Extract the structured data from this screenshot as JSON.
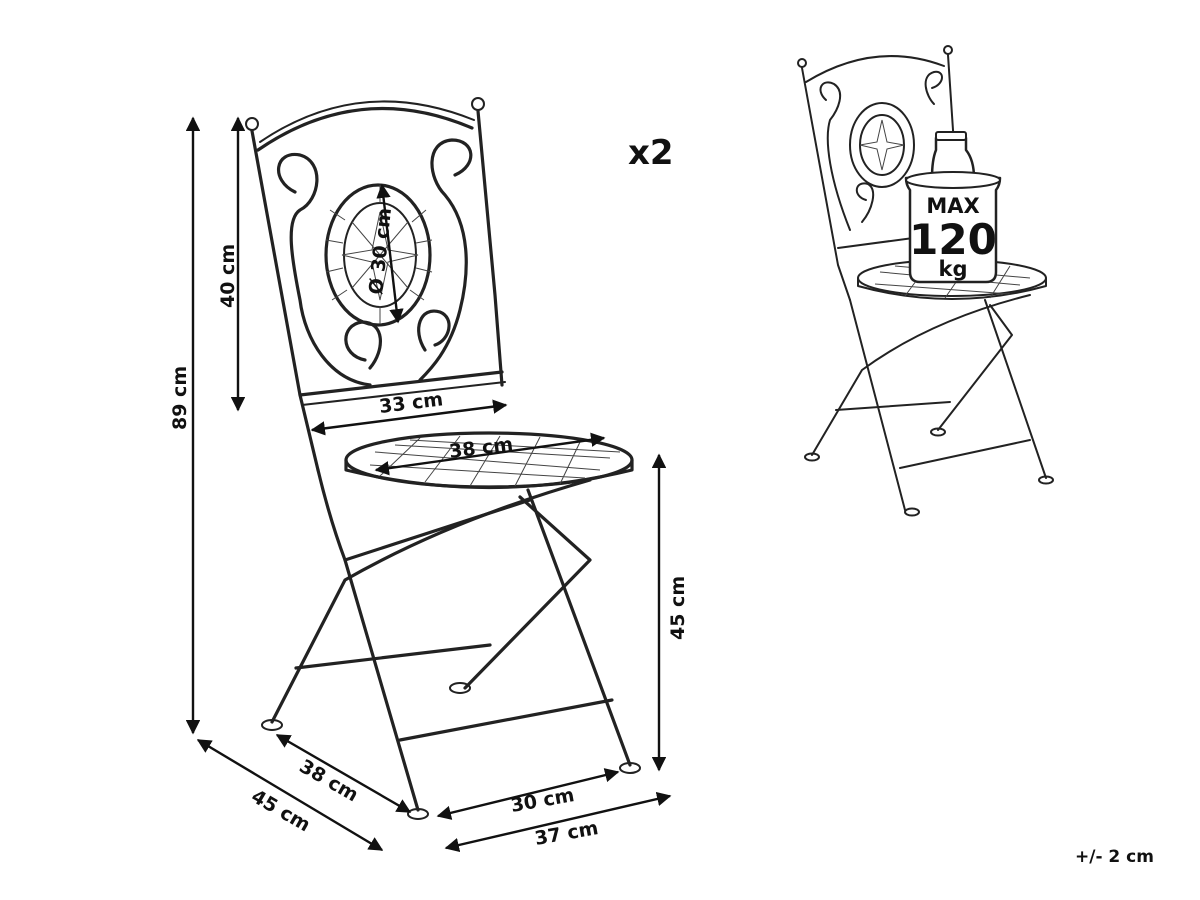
{
  "quantity_label": "x2",
  "tolerance_label": "+/- 2 cm",
  "dimensions": {
    "total_height": "89 cm",
    "backrest_height": "40 cm",
    "mosaic_diameter": "Ø 30 cm",
    "backrest_width": "33 cm",
    "seat_diameter": "38 cm",
    "seat_height": "45 cm",
    "side_depth": "38 cm",
    "overall_depth": "45 cm",
    "front_width": "30 cm",
    "overall_width": "37 cm"
  },
  "load_badge": {
    "line1": "MAX",
    "line2": "120",
    "line3": "kg"
  }
}
